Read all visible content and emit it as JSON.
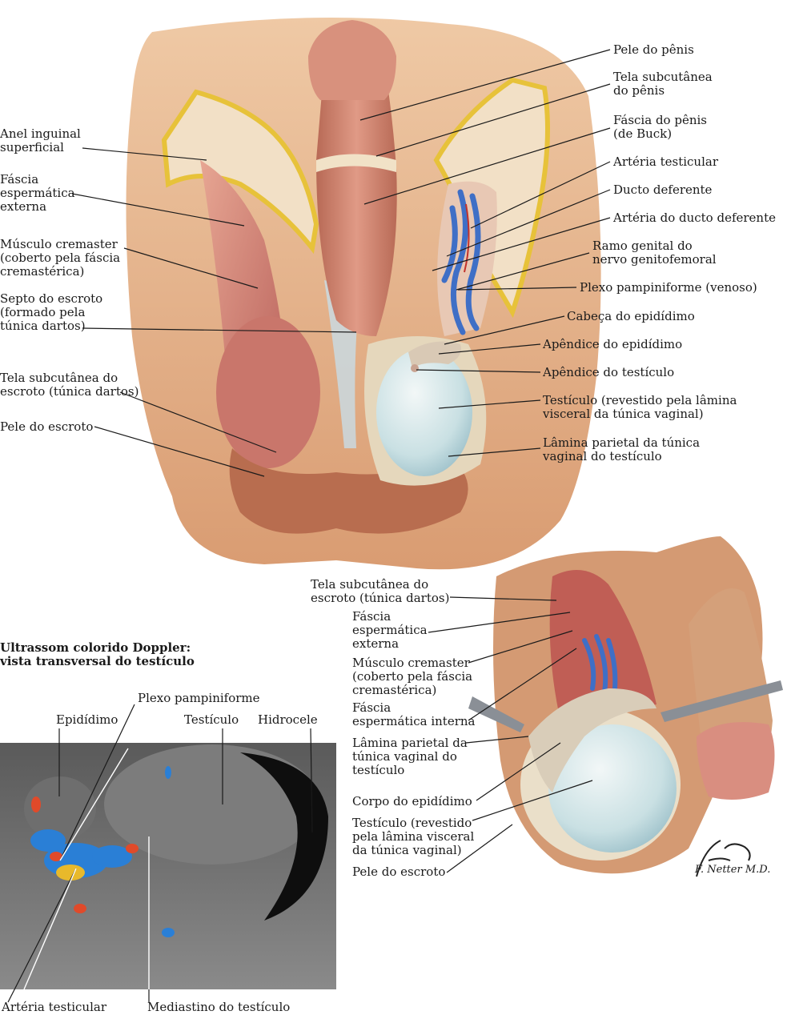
{
  "main_labels": {
    "pele_penis": "Pele do pênis",
    "tela_subcutanea_penis": "Tela subcutânea\ndo pênis",
    "fascia_penis": "Fáscia do pênis\n(de Buck)",
    "arteria_testicular": "Artéria testicular",
    "ducto_deferente": "Ducto deferente",
    "arteria_ducto_deferente": "Artéria do ducto deferente",
    "ramo_genital": "Ramo genital do\nnervo genitofemoral",
    "plexo_pampiniforme": "Plexo pampiniforme (venoso)",
    "cabeca_epididimo": "Cabeça do epidídimo",
    "apendice_epididimo": "Apêndice do epidídimo",
    "apendice_testiculo": "Apêndice do testículo",
    "testiculo": "Testículo (revestido pela lâmina\nvisceral da túnica vaginal)",
    "lamina_parietal": "Lâmina parietal da túnica\nvaginal do testículo",
    "anel_inguinal": "Anel inguinal\nsuperficial",
    "fascia_espermatica_externa": "Fáscia\nespermática\nexterna",
    "musculo_cremaster": "Músculo cremaster\n(coberto pela fáscia\ncremastérica)",
    "septo_escroto": "Septo do escroto\n(formado pela\ntúnica dartos)",
    "tela_subcutanea_escroto": "Tela subcutânea do\nescroto (túnica dartos)",
    "pele_escroto": "Pele do escroto"
  },
  "inset_labels": {
    "tela_subcutanea_escroto": "Tela subcutânea do\nescroto (túnica dartos)",
    "fascia_espermatica_externa": "Fáscia\nespermática\nexterna",
    "musculo_cremaster": "Músculo cremaster\n(coberto pela fáscia\ncremastérica)",
    "fascia_espermatica_interna": "Fáscia\nespermática interna",
    "lamina_parietal": "Lâmina parietal da\ntúnica vaginal do\ntestículo",
    "corpo_epididimo": "Corpo do epidídimo",
    "testiculo": "Testículo (revestido\npela lâmina visceral\nda túnica vaginal)",
    "pele_escroto": "Pele do escroto"
  },
  "ultrasound": {
    "title": "Ultrassom colorido Doppler:\nvista transversal do testículo",
    "plexo_pampiniforme": "Plexo pampiniforme",
    "epididimo": "Epidídimo",
    "testiculo": "Testículo",
    "hidrocele": "Hidrocele",
    "arteria_testicular": "Artéria testicular",
    "mediastino": "Mediastino do testículo"
  },
  "signature": "F. Netter M.D."
}
